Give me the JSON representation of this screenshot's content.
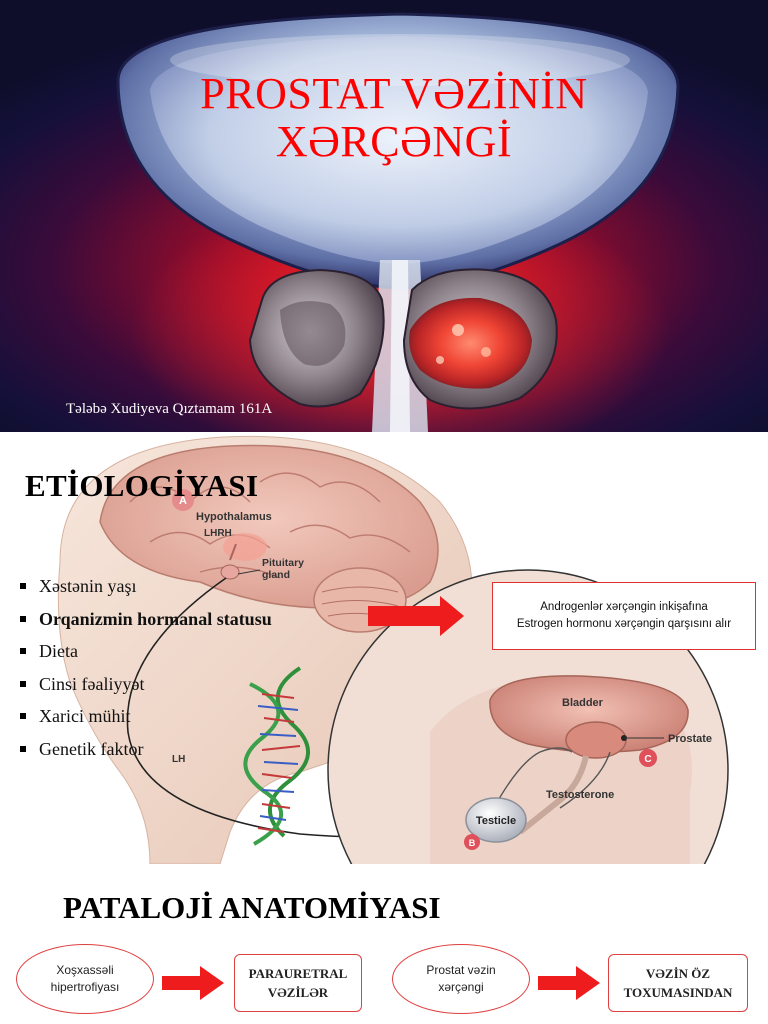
{
  "slide1": {
    "title_line1": "PROSTAT VƏZİNİN",
    "title_line2": "XƏRÇƏNGİ",
    "author": "Tələbə Xudiyeva Qıztamam 161A"
  },
  "slide2": {
    "title": "ETİOLOGİYASI",
    "bullets": [
      "Xəstənin yaşı",
      "Orqanizmin hormanal statusu",
      "Dieta",
      "Cinsi fəaliyyət",
      "Xarici mühit",
      "Genetik faktor"
    ],
    "info_box": {
      "line1": "Androgenlər xərçəngin inkişafına",
      "line2": "Estrogen hormonu xərçəngin qarşısını alır"
    },
    "diagram_labels": {
      "marker_a": "A",
      "hypothalamus": "Hypothalamus",
      "lhrh": "LHRH",
      "pituitary_1": "Pituitary",
      "pituitary_2": "gland",
      "lh": "LH",
      "bladder": "Bladder",
      "prostate": "Prostate",
      "marker_c": "C",
      "testosterone": "Testosterone",
      "testicle": "Testicle",
      "marker_b": "B"
    }
  },
  "slide3": {
    "title": "PATALOJİ ANATOMİYASI",
    "flow": [
      {
        "line1": "Xoşxassəli",
        "line2": "hipertrofiyası"
      },
      {
        "line1": "PARAURETRAL",
        "line2": "VƏZİLƏR"
      },
      {
        "line1": "Prostat vəzin",
        "line2": "xərçəngi"
      },
      {
        "line1": "VƏZİN ÖZ",
        "line2": "TOXUMASINDAN"
      }
    ]
  },
  "colors": {
    "title_red": "#ff0000",
    "arrow_red": "#ee1c1c",
    "border_red": "#e04040",
    "slide1_bg_dark": "#14103a"
  }
}
